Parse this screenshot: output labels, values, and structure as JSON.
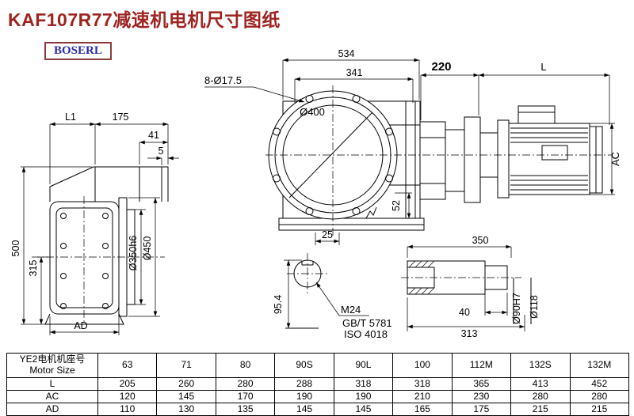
{
  "page": {
    "title": "KAF107R77减速机电机尺寸图纸",
    "logo": "BOSERL"
  },
  "colors": {
    "title_red": "#9e2420",
    "logo_blue": "#2b2bb0",
    "logo_border": "#8a3c3c",
    "line_black": "#000000"
  },
  "front_view": {
    "dim_L1": "L1",
    "dim_175": "175",
    "dim_41": "41",
    "dim_5": "5",
    "dim_500": "500",
    "dim_315": "315",
    "dim_flange_dia": "Ø350h6",
    "dim_outer_dia": "Ø450",
    "dim_AD": "AD"
  },
  "flange_view": {
    "dim_534": "534",
    "dim_341": "341",
    "dim_bolts": "8-Ø17.5",
    "dim_400": "Ø400",
    "dim_52": "52"
  },
  "motor_view": {
    "dim_220": "220",
    "dim_L": "L",
    "dim_AC": "AC"
  },
  "shaft_section": {
    "dim_25": "25",
    "dim_954": "95.4",
    "thread": "M24",
    "std1": "GB/T 5781",
    "std2": "ISO 4018"
  },
  "shaft_detail": {
    "dim_350": "350",
    "dim_40": "40",
    "dim_313": "313",
    "dim_90": "Ø90H7",
    "dim_118": "Ø118"
  },
  "table": {
    "row_header_cn": "YE2电机机座号",
    "row_header_en": "Motor Size",
    "sizes": [
      "63",
      "71",
      "80",
      "90S",
      "90L",
      "100",
      "112M",
      "132S",
      "132M"
    ],
    "rows": [
      {
        "label": "L",
        "values": [
          "205",
          "260",
          "280",
          "288",
          "318",
          "318",
          "365",
          "413",
          "452"
        ]
      },
      {
        "label": "AC",
        "values": [
          "120",
          "145",
          "170",
          "190",
          "190",
          "210",
          "230",
          "280",
          "280"
        ]
      },
      {
        "label": "AD",
        "values": [
          "110",
          "130",
          "135",
          "145",
          "145",
          "165",
          "175",
          "215",
          "215"
        ]
      }
    ]
  }
}
